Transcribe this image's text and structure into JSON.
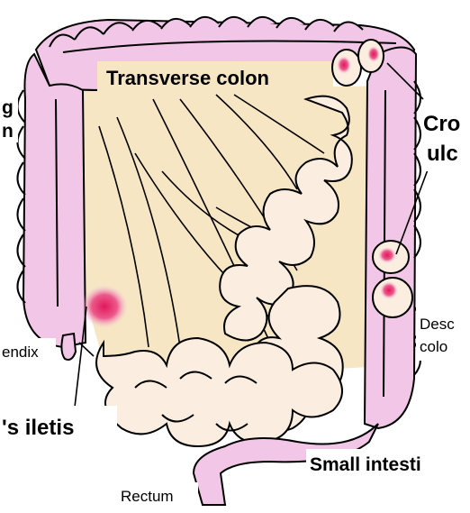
{
  "labels": {
    "transverse_colon": "Transverse colon",
    "crohns_ulcers_line1": "Cro",
    "crohns_ulcers_line2": "ulc",
    "left_g": "g",
    "left_n": "n",
    "appendix": "endix",
    "ileitis": "'s iletis",
    "descending_line1": "Desc",
    "descending_line2": "colo",
    "small_intestine": "Small intesti",
    "rectum": "Rectum"
  },
  "colors": {
    "colon_fill": "#f2c6e6",
    "colon_outline": "#000000",
    "mesentery": "#f7e6c4",
    "intestine_fill": "#fbeee0",
    "inflammation": "#e0185a"
  }
}
